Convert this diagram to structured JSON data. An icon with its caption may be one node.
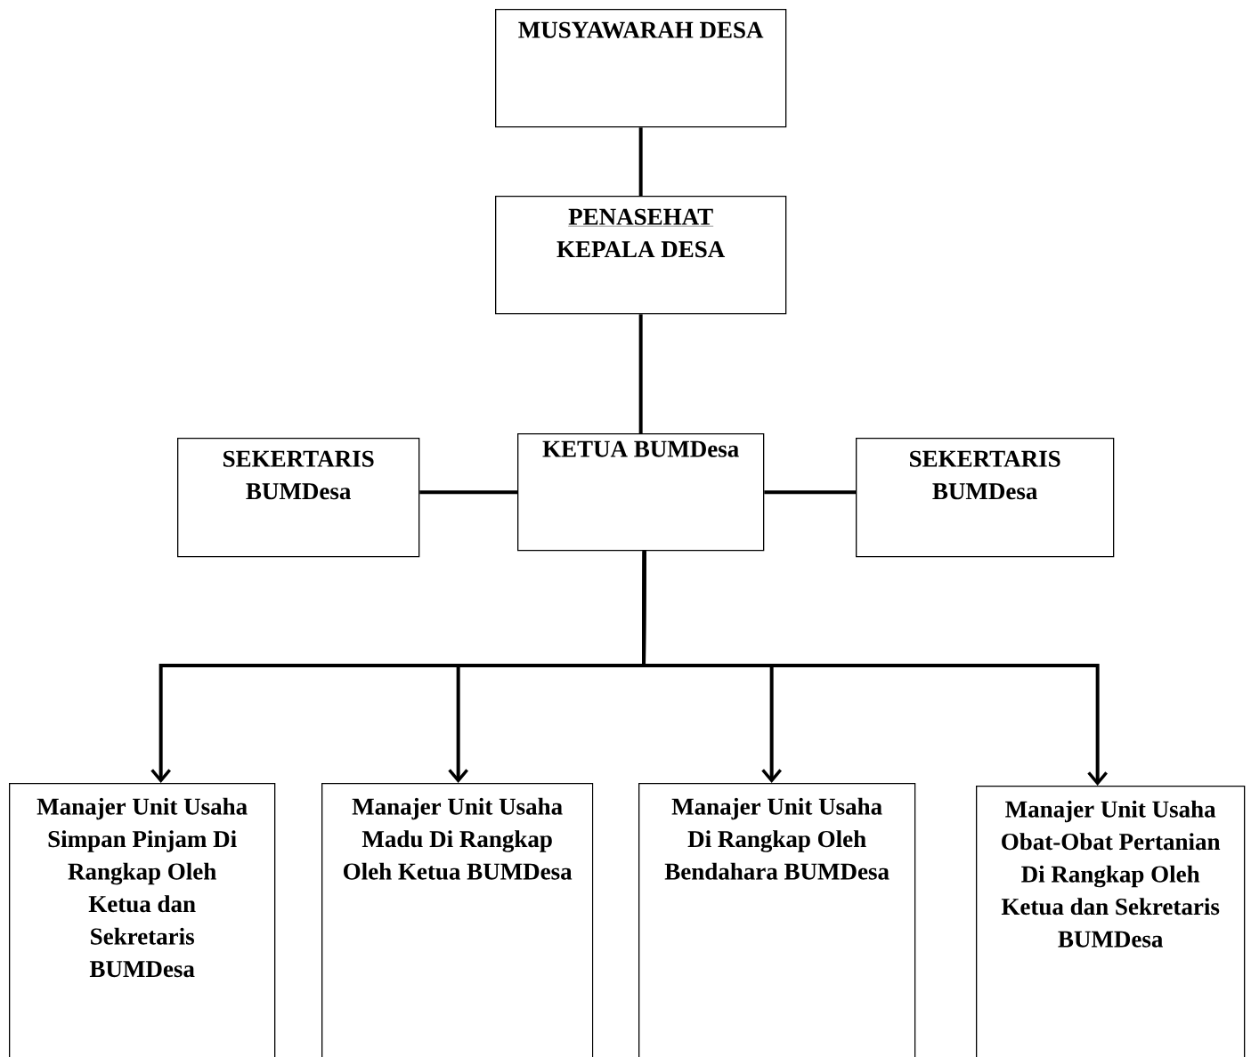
{
  "diagram": {
    "nodes": [
      {
        "text": [
          "MUSYAWARAH DESA"
        ]
      },
      {
        "text": [
          "PENASEHAT",
          "KEPALA DESA"
        ]
      },
      {
        "text": [
          "SEKERTARIS BUMDesa"
        ]
      },
      {
        "text": [
          "KETUA BUMDesa"
        ]
      },
      {
        "text": [
          "SEKERTARIS BUMDesa"
        ]
      },
      {
        "text": [
          "Manajer Unit Usaha Simpan Pinjam Di Rangkap Oleh Ketua dan Sekretaris BUMDesa"
        ]
      },
      {
        "text": [
          "Manajer Unit Usaha Madu Di Rangkap Oleh Ketua BUMDesa"
        ]
      },
      {
        "text": [
          "Manajer Unit Usaha Di Rangkap Oleh Bendahara BUMDesa"
        ]
      },
      {
        "text": [
          "Manajer Unit Usaha Obat-Obat Pertanian Di Rangkap Oleh Ketua dan Sekretaris BUMDesa"
        ]
      }
    ],
    "edges": [
      {
        "from": 0,
        "to": 1,
        "arrow": "none"
      },
      {
        "from": 1,
        "to": 3,
        "arrow": "none"
      },
      {
        "from": 3,
        "to": 2,
        "arrow": "none"
      },
      {
        "from": 3,
        "to": 4,
        "arrow": "none"
      },
      {
        "from": 3,
        "to": 5,
        "arrow": "to"
      },
      {
        "from": 3,
        "to": 6,
        "arrow": "to"
      },
      {
        "from": 3,
        "to": 7,
        "arrow": "to"
      },
      {
        "from": 3,
        "to": 8,
        "arrow": "to"
      }
    ]
  }
}
